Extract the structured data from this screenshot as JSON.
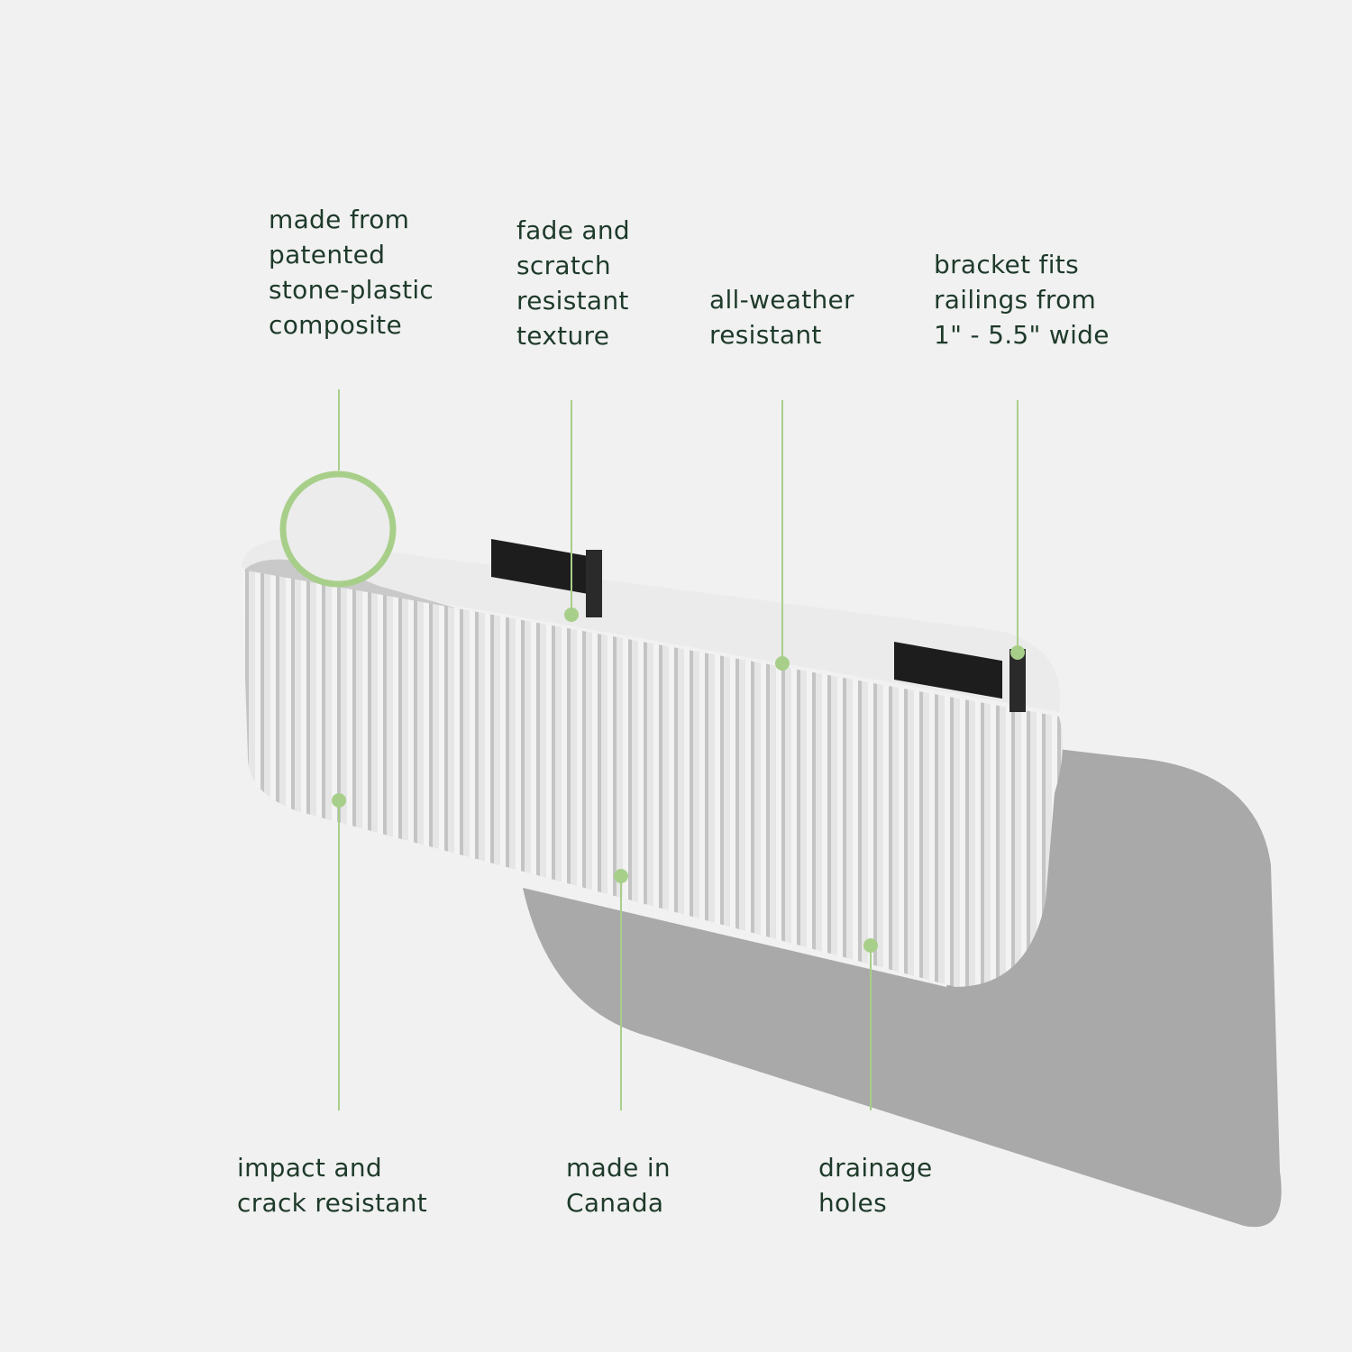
{
  "labels": {
    "composite": "made from\npatented\nstone-plastic\ncomposite",
    "texture": "fade and\nscratch\nresistant\ntexture",
    "weather": "all-weather\nresistant",
    "bracket": "bracket fits\nrailings from\n1\" - 5.5\" wide",
    "impact": "impact and\ncrack resistant",
    "canada": "made in\nCanada",
    "drainage": "drainage\nholes"
  },
  "colors": {
    "accent": "#a8cf8a",
    "text": "#1e3a2a",
    "background": "#f1f1f1"
  }
}
